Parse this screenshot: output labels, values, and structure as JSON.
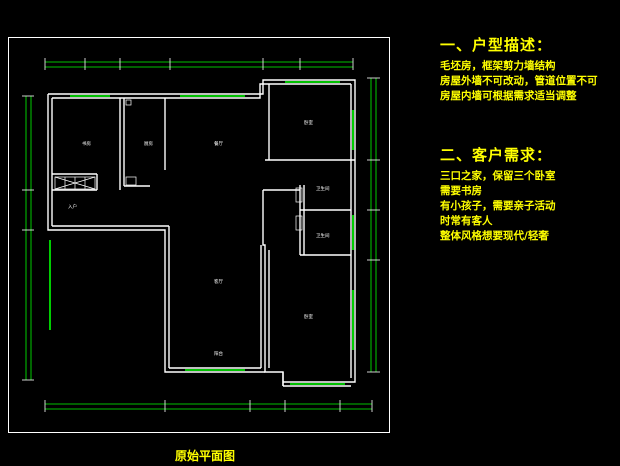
{
  "plan": {
    "caption": "原始平面图",
    "rooms": {
      "study": "书房",
      "kitchen": "厨房",
      "living_top": "餐厅",
      "bedroom_top": "卧室",
      "bath1": "卫生间",
      "bath2": "卫生间",
      "entry": "入户",
      "living_main": "客厅",
      "balcony": "阳台",
      "bedroom_bottom": "卧室"
    }
  },
  "notes": {
    "section1_title": "一、户型描述：",
    "section1_lines": [
      "毛坯房，框架剪力墙结构",
      "房屋外墙不可改动，管道位置不可",
      "房屋内墙可根据需求适当调整"
    ],
    "section2_title": "二、客户需求：",
    "section2_lines": [
      "三口之家，保留三个卧室",
      "需要书房",
      "有小孩子，需要亲子活动",
      "时常有客人",
      "整体风格想要现代/轻奢"
    ]
  },
  "colors": {
    "background": "#000000",
    "wall": "#ffffff",
    "window": "#00ff00",
    "dimension": "#00ff00",
    "text_accent": "#ffff00"
  }
}
